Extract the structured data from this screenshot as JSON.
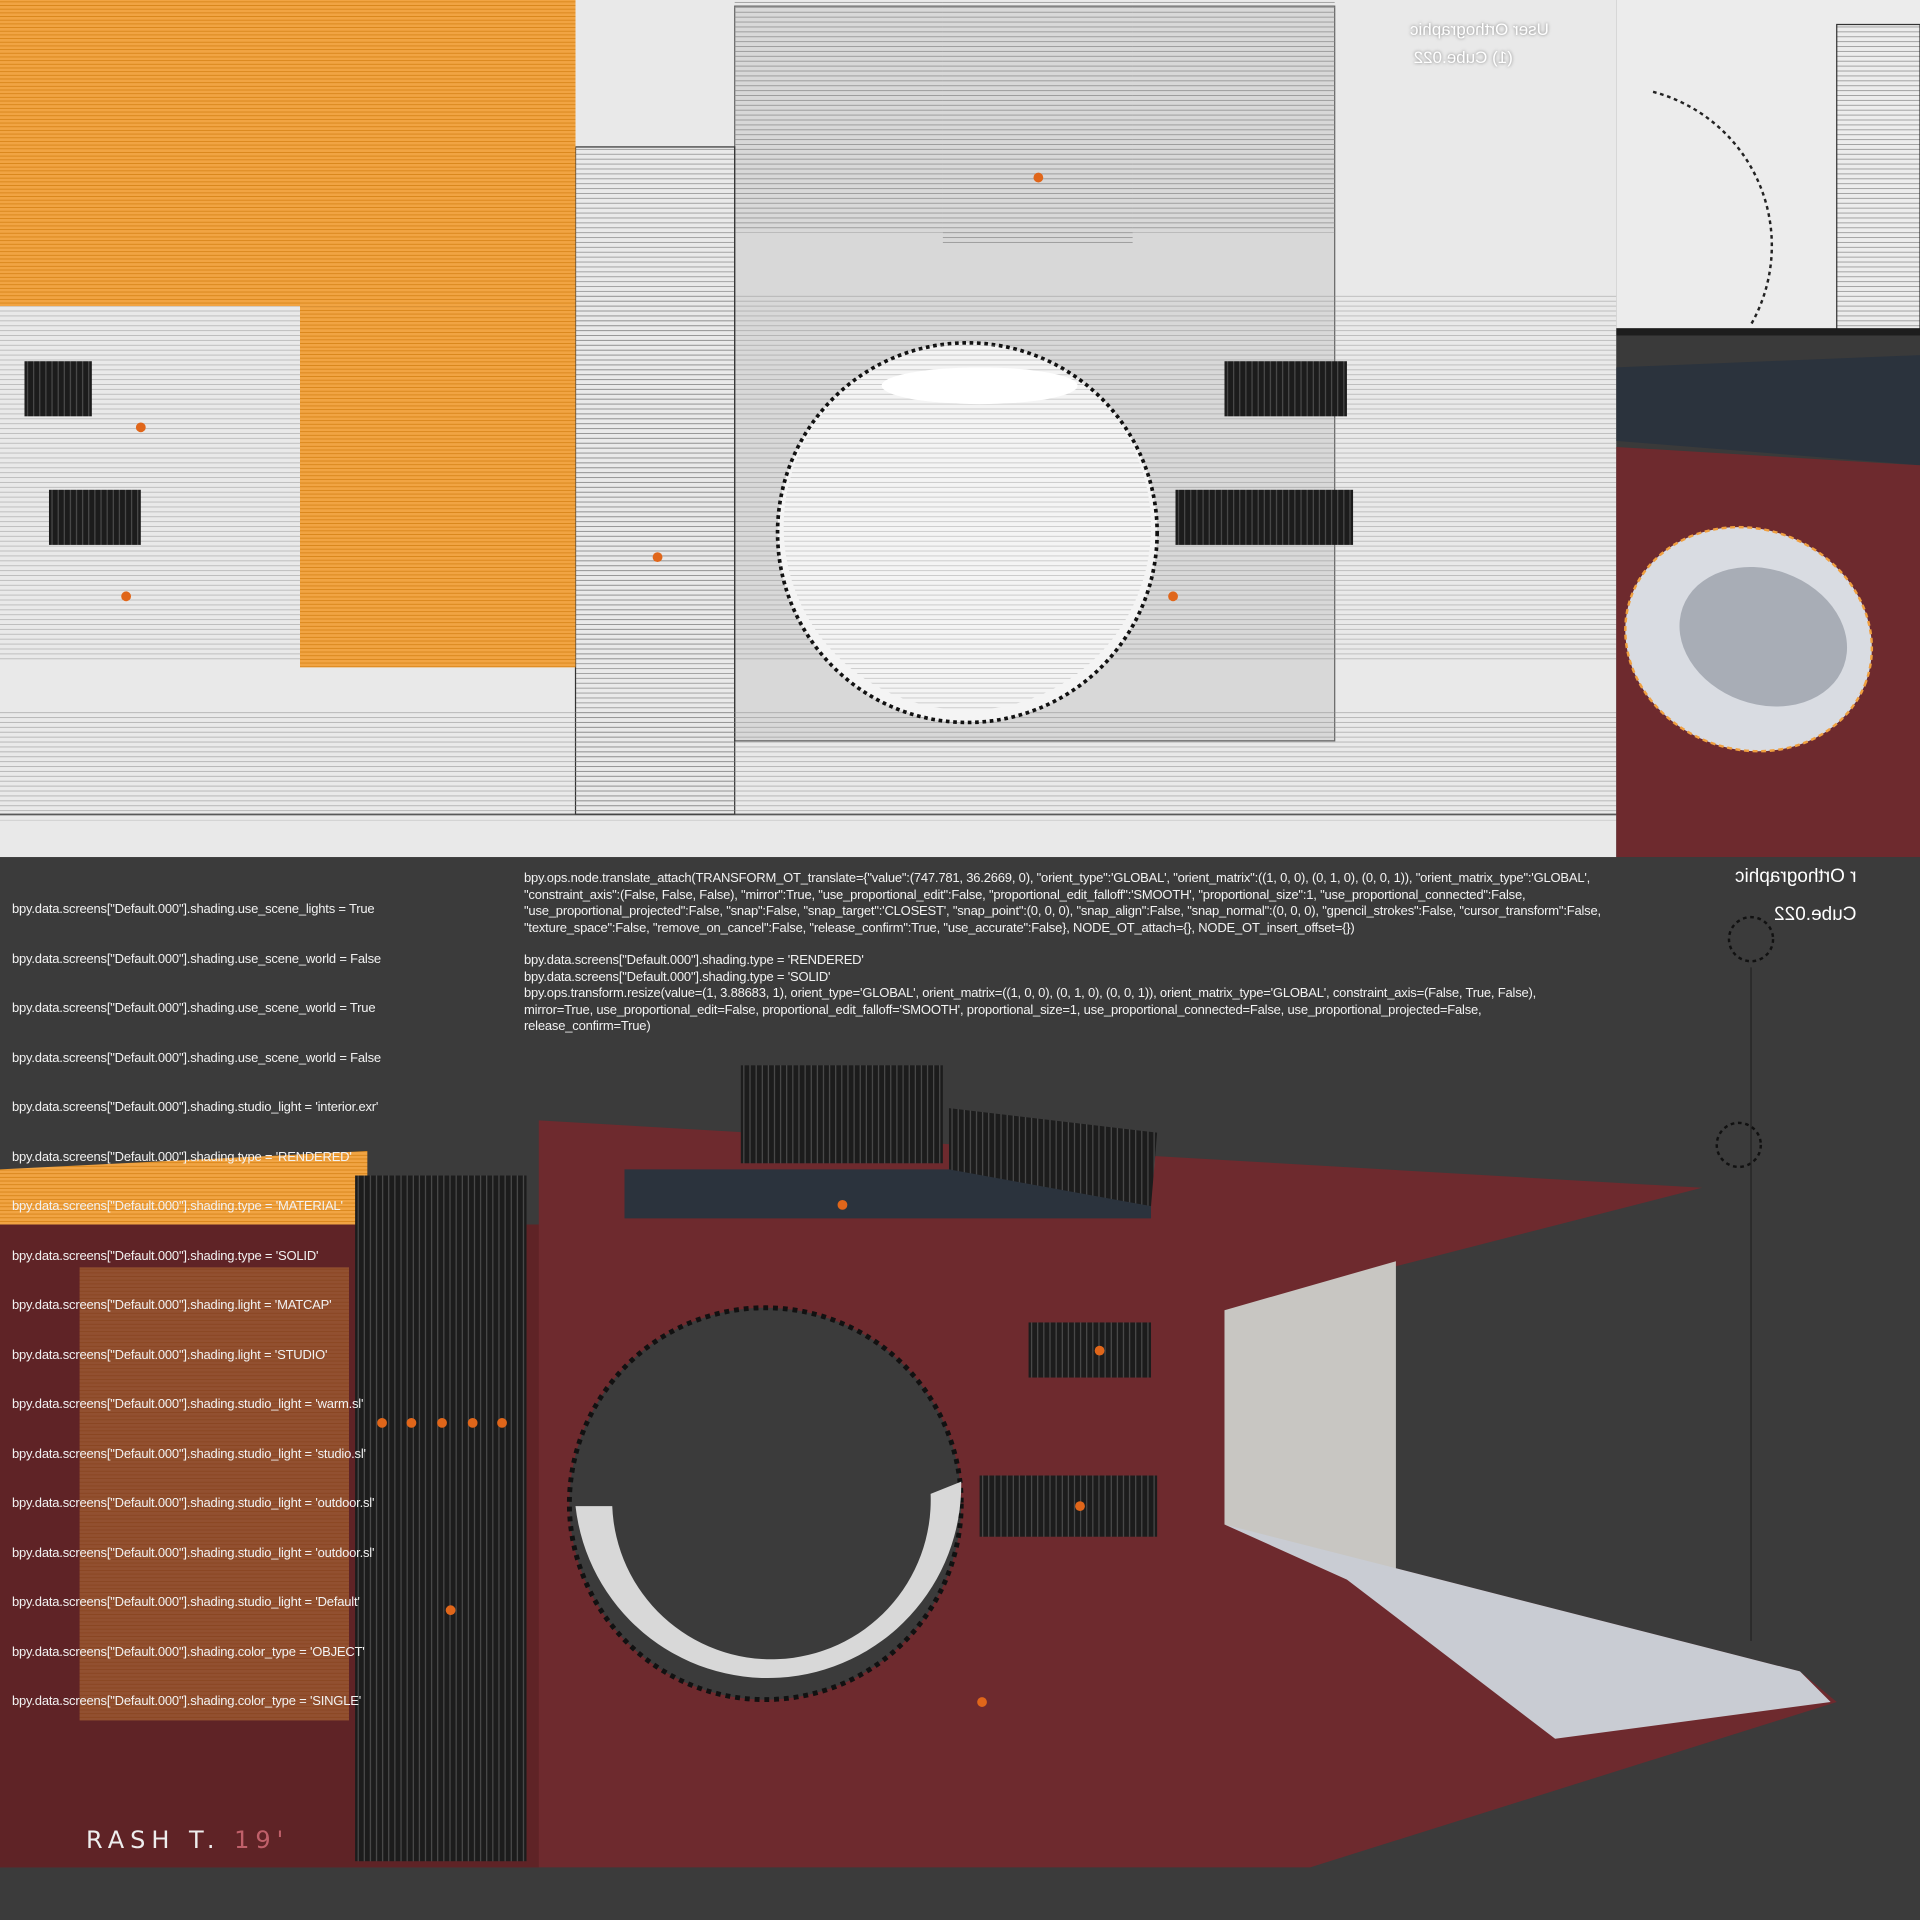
{
  "viewport_top": {
    "overlay_title": "User Orthographic",
    "overlay_object": "(1) Cube.022"
  },
  "viewport_bottom": {
    "overlay_title": "r Orthographic",
    "overlay_object": "Cube.022"
  },
  "info_log_left": [
    "bpy.data.screens[\"Default.000\"].shading.use_scene_lights = True",
    "bpy.data.screens[\"Default.000\"].shading.use_scene_world = False",
    "bpy.data.screens[\"Default.000\"].shading.use_scene_world = True",
    "bpy.data.screens[\"Default.000\"].shading.use_scene_world = False",
    "bpy.data.screens[\"Default.000\"].shading.studio_light = 'interior.exr'",
    "bpy.data.screens[\"Default.000\"].shading.type = 'RENDERED'",
    "bpy.data.screens[\"Default.000\"].shading.type = 'MATERIAL'",
    "bpy.data.screens[\"Default.000\"].shading.type = 'SOLID'",
    "bpy.data.screens[\"Default.000\"].shading.light = 'MATCAP'",
    "bpy.data.screens[\"Default.000\"].shading.light = 'STUDIO'",
    "bpy.data.screens[\"Default.000\"].shading.studio_light = 'warm.sl'",
    "bpy.data.screens[\"Default.000\"].shading.studio_light = 'studio.sl'",
    "bpy.data.screens[\"Default.000\"].shading.studio_light = 'outdoor.sl'",
    "bpy.data.screens[\"Default.000\"].shading.studio_light = 'outdoor.sl'",
    "bpy.data.screens[\"Default.000\"].shading.studio_light = 'Default'",
    "bpy.data.screens[\"Default.000\"].shading.color_type = 'OBJECT'",
    "bpy.data.screens[\"Default.000\"].shading.color_type = 'SINGLE'"
  ],
  "info_log_right": {
    "translate_attach": "bpy.ops.node.translate_attach(TRANSFORM_OT_translate={\"value\":(747.781, 36.2669, 0), \"orient_type\":'GLOBAL', \"orient_matrix\":((1, 0, 0), (0, 1, 0), (0, 0, 1)), \"orient_matrix_type\":'GLOBAL', \"constraint_axis\":(False, False, False), \"mirror\":True, \"use_proportional_edit\":False, \"proportional_edit_falloff\":'SMOOTH', \"proportional_size\":1, \"use_proportional_connected\":False, \"use_proportional_projected\":False, \"snap\":False, \"snap_target\":'CLOSEST', \"snap_point\":(0, 0, 0), \"snap_align\":False, \"snap_normal\":(0, 0, 0), \"gpencil_strokes\":False, \"cursor_transform\":False, \"texture_space\":False, \"remove_on_cancel\":False, \"release_confirm\":True, \"use_accurate\":False}, NODE_OT_attach={}, NODE_OT_insert_offset={})",
    "shading_rendered": "bpy.data.screens[\"Default.000\"].shading.type = 'RENDERED'",
    "shading_solid": "bpy.data.screens[\"Default.000\"].shading.type = 'SOLID'",
    "resize": "bpy.ops.transform.resize(value=(1, 3.88683, 1), orient_type='GLOBAL', orient_matrix=((1, 0, 0), (0, 1, 0), (0, 0, 1)), orient_matrix_type='GLOBAL', constraint_axis=(False, True, False), mirror=True, use_proportional_edit=False, proportional_edit_falloff='SMOOTH', proportional_size=1, use_proportional_connected=False, use_proportional_projected=False, release_confirm=True)"
  },
  "signature": {
    "name": "RASH T.",
    "year": "19'"
  },
  "colors": {
    "hull_red": "#6e2a2e",
    "selection_orange": "#f0a040",
    "dark_bg": "#3b3b3b",
    "wire_bg": "#e6e6e6"
  }
}
